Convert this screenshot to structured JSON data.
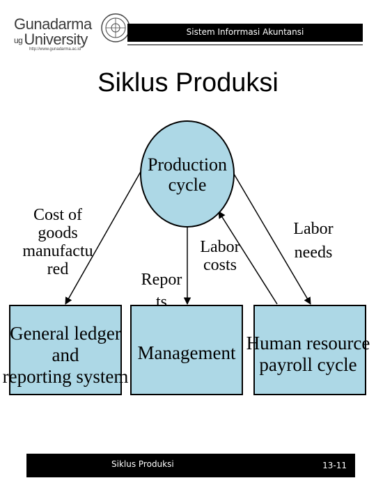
{
  "header": {
    "logo_line1": "Gunadarma",
    "logo_line2_prefix": "ug",
    "logo_line2": "University",
    "logo_url": "http://www.gunadarma.ac.id",
    "bar_text": "Sistem Inforrmasi Akuntansi"
  },
  "title": "Siklus Produksi",
  "diagram": {
    "nodes": {
      "production": [
        "Production",
        "cycle"
      ],
      "general_ledger": [
        "General ledger",
        "and",
        "reporting system"
      ],
      "management": "Management",
      "human_resource": [
        "Human resource",
        "payroll cycle"
      ]
    },
    "edges": {
      "cost_of_goods": [
        "Cost of",
        "goods",
        "manufactu",
        "red"
      ],
      "reports": [
        "Repor",
        "ts"
      ],
      "labor_costs": [
        "Labor",
        "costs"
      ],
      "labor_needs": [
        "Labor",
        "needs"
      ]
    }
  },
  "footer": {
    "left": "Siklus Produksi",
    "right": "13-11"
  },
  "colors": {
    "node_fill": "#add8e6",
    "header_bar": "#000000"
  }
}
